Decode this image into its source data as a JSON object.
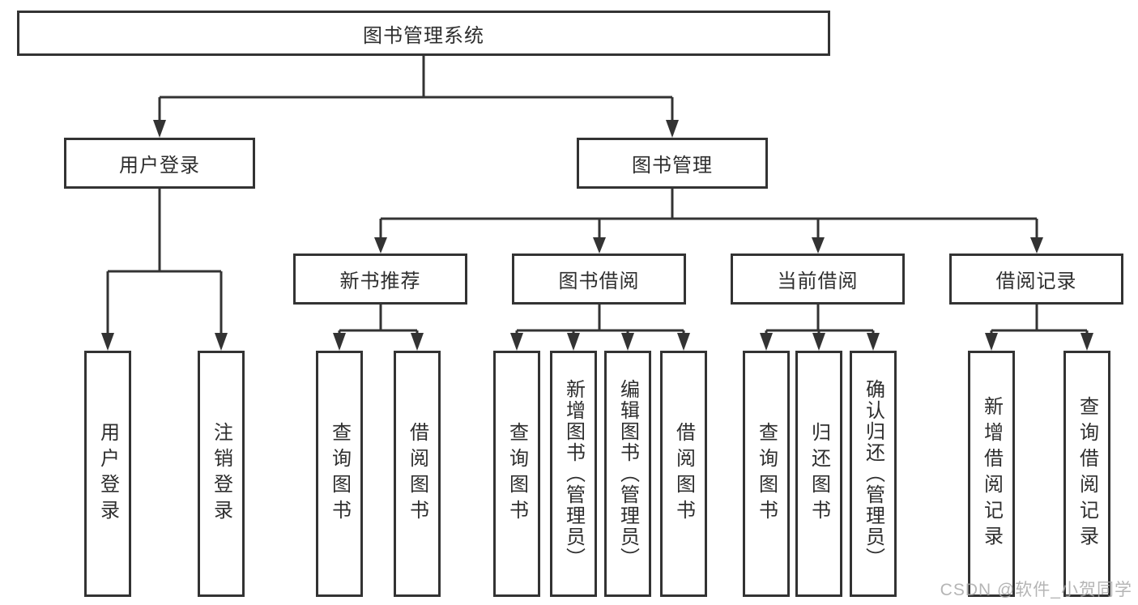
{
  "diagram": {
    "root": "图书管理系统",
    "level2": {
      "user_login": "用户登录",
      "book_management": "图书管理"
    },
    "level3": {
      "new_book_recommend": "新书推荐",
      "book_borrow": "图书借阅",
      "current_borrow": "当前借阅",
      "borrow_record": "借阅记录"
    },
    "leaves": {
      "user_login_1": "用户登录",
      "user_login_2": "注销登录",
      "new_book_1": "查询图书",
      "new_book_2": "借阅图书",
      "book_borrow_1": "查询图书",
      "book_borrow_2": "新增图书（管理员）",
      "book_borrow_3": "编辑图书（管理员）",
      "book_borrow_4": "借阅图书",
      "current_borrow_1": "查询图书",
      "current_borrow_2": "归还图书",
      "current_borrow_3": "确认归还（管理员）",
      "borrow_record_1": "新增借阅记录",
      "borrow_record_2": "查询借阅记录"
    }
  },
  "watermark": "CSDN @软件_小贺同学",
  "colors": {
    "line": "#333333",
    "text": "#2e2e2e",
    "background": "#ffffff",
    "watermark": "#a8a8a8"
  }
}
